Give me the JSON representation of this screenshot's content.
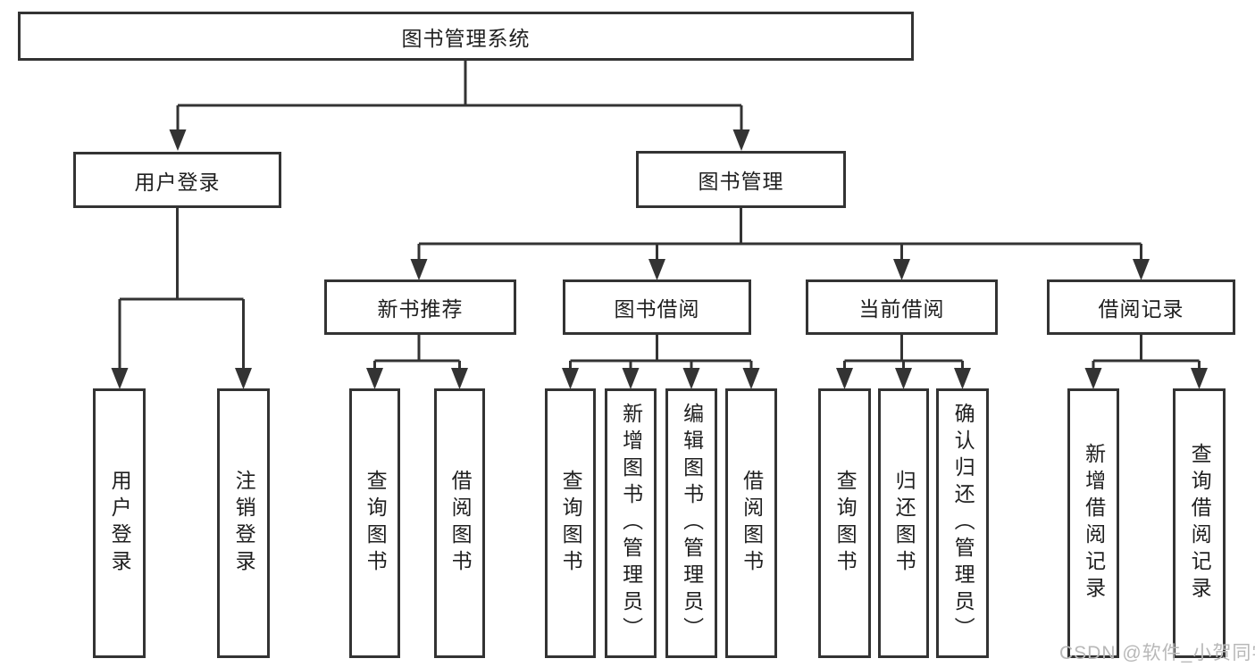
{
  "colors": {
    "line": "#333333",
    "text": "#1f1f1f",
    "background": "#ffffff",
    "watermark": "#b8b8b8"
  },
  "watermark": {
    "text": "CSDN @软件_小贺同学"
  },
  "tree": {
    "root": "图书管理系统",
    "user_login": {
      "label": "用户登录",
      "children": [
        "用户登录",
        "注销登录"
      ]
    },
    "book_management": {
      "label": "图书管理",
      "sections": [
        {
          "label": "新书推荐",
          "children": [
            "查询图书",
            "借阅图书"
          ]
        },
        {
          "label": "图书借阅",
          "children": [
            "查询图书",
            "新增图书（管理员）",
            "编辑图书（管理员）",
            "借阅图书"
          ]
        },
        {
          "label": "当前借阅",
          "children": [
            "查询图书",
            "归还图书",
            "确认归还（管理员）"
          ]
        },
        {
          "label": "借阅记录",
          "children": [
            "新增借阅记录",
            "查询借阅记录"
          ]
        }
      ]
    }
  }
}
